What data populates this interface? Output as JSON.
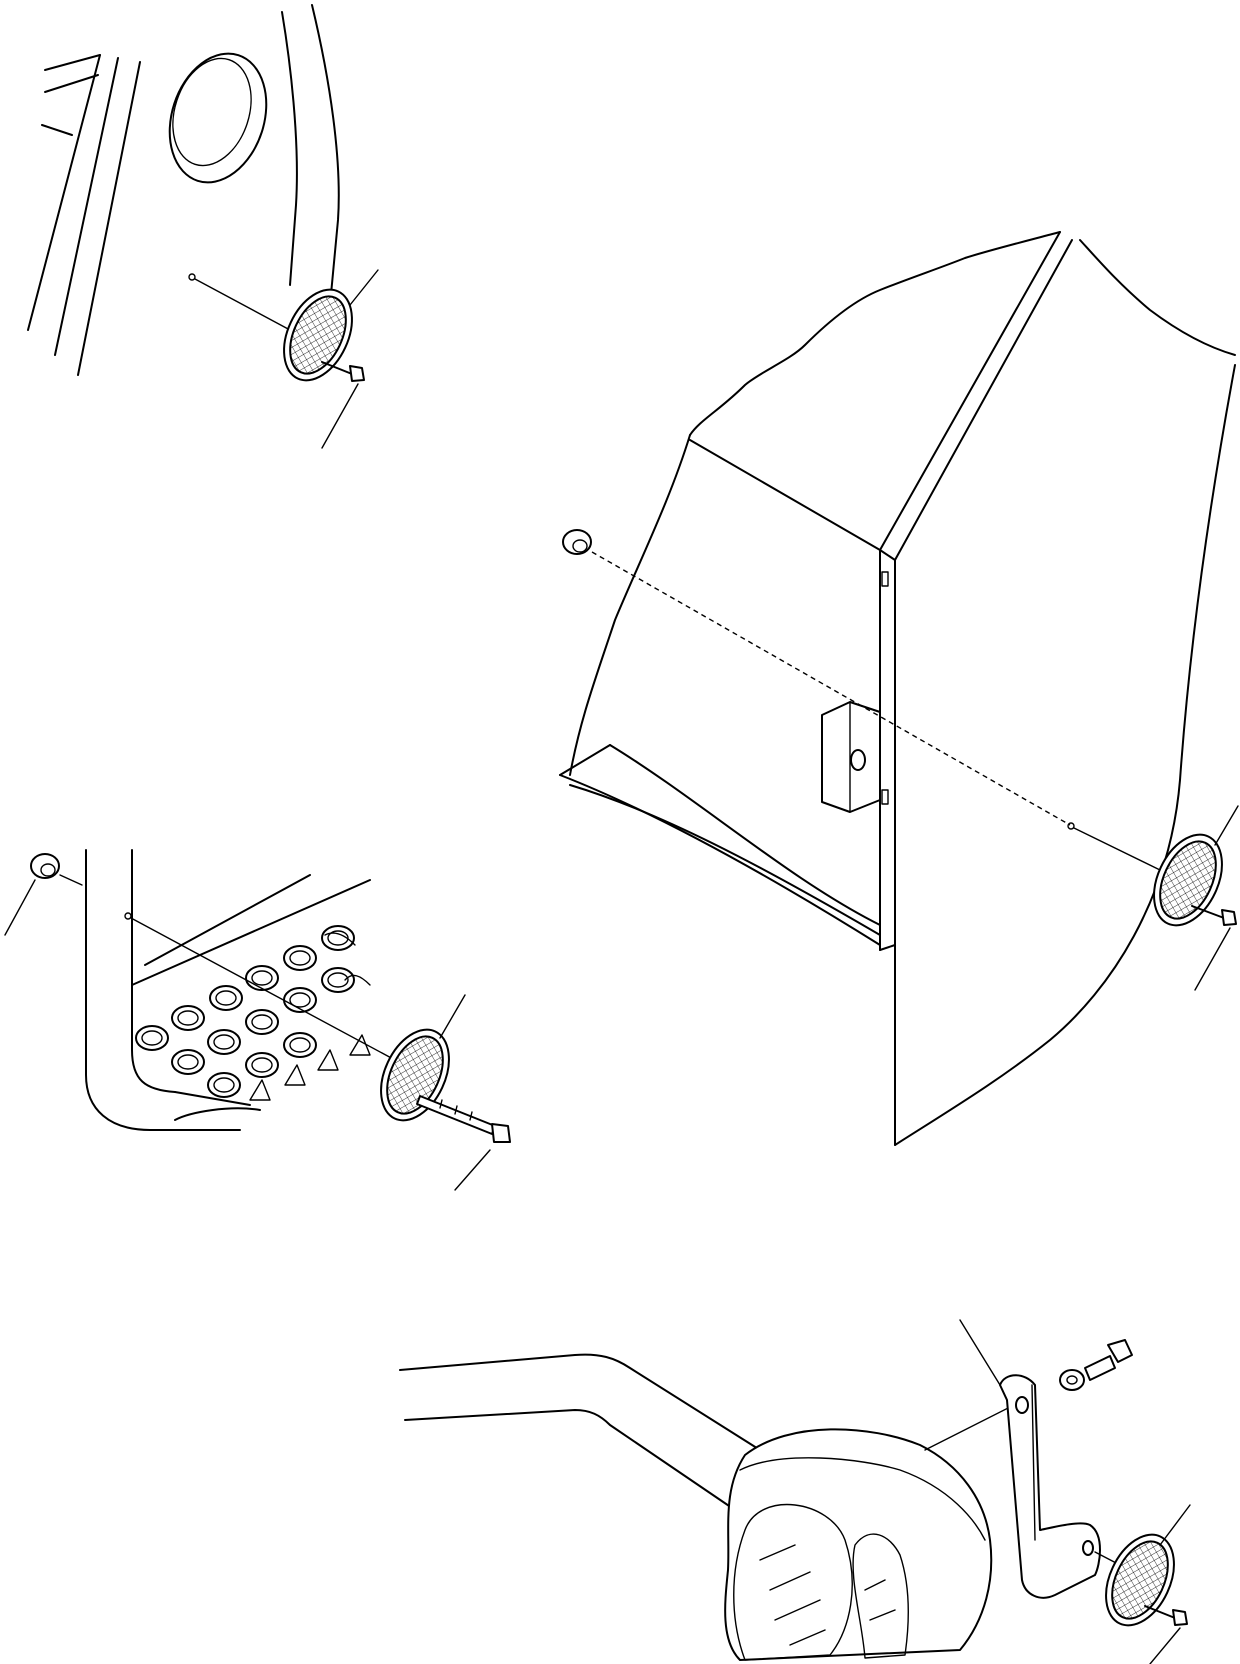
{
  "drawing": {
    "ink_color": "#000000",
    "paper_color": "#ffffff",
    "assemblies": [
      {
        "name": "upper-left",
        "parts": [
          "reflector",
          "screw"
        ]
      },
      {
        "name": "fender-panel",
        "parts": [
          "nut",
          "reflector",
          "screw"
        ]
      },
      {
        "name": "step",
        "parts": [
          "nut",
          "reflector",
          "bolt"
        ]
      },
      {
        "name": "lamp-bracket",
        "parts": [
          "bracket",
          "washer",
          "bolt",
          "reflector",
          "screw"
        ]
      }
    ]
  }
}
